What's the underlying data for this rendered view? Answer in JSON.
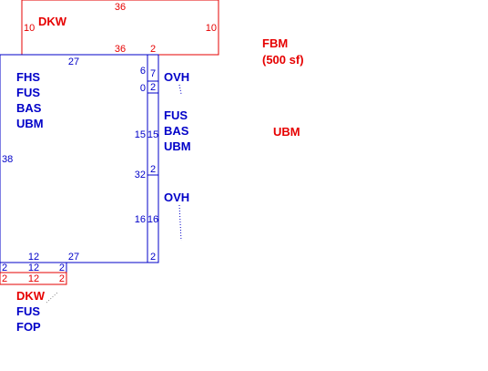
{
  "colors": {
    "main": "#0000c8",
    "accent": "#e60000"
  },
  "top_deck": {
    "code": "DKW",
    "dim_top": "36",
    "dim_bottom": "36",
    "dim_left": "10",
    "dim_right": "10",
    "dim_corner": "2"
  },
  "main_area": {
    "dim_top": "27",
    "dim_left": "38",
    "dim_6": "6",
    "dim_0": "0",
    "dim_15": "15",
    "dim_32": "32",
    "dim_16": "16",
    "dim_bottom_12": "12",
    "dim_bottom_27": "27",
    "codes": [
      "FHS",
      "FUS",
      "BAS",
      "UBM"
    ]
  },
  "side_strip": {
    "dim_7": "7",
    "dim_2a": "2",
    "dim_15": "15",
    "dim_2b": "2",
    "dim_16": "16",
    "dim_2c": "2"
  },
  "overhang_top": {
    "code": "OVH"
  },
  "middle_codes": [
    "FUS",
    "BAS",
    "UBM"
  ],
  "overhang_bottom": {
    "code": "OVH"
  },
  "fbm": {
    "code": "FBM",
    "area": "(500 sf)"
  },
  "ubm_right": {
    "code": "UBM"
  },
  "bottom_strip_blue": {
    "dim_left": "2",
    "dim_mid": "12",
    "dim_right": "2"
  },
  "bottom_strip_red": {
    "dim_left": "2",
    "dim_mid": "12",
    "dim_right": "2"
  },
  "bottom_codes": {
    "deck": "DKW",
    "others": [
      "FUS",
      "FOP"
    ]
  }
}
